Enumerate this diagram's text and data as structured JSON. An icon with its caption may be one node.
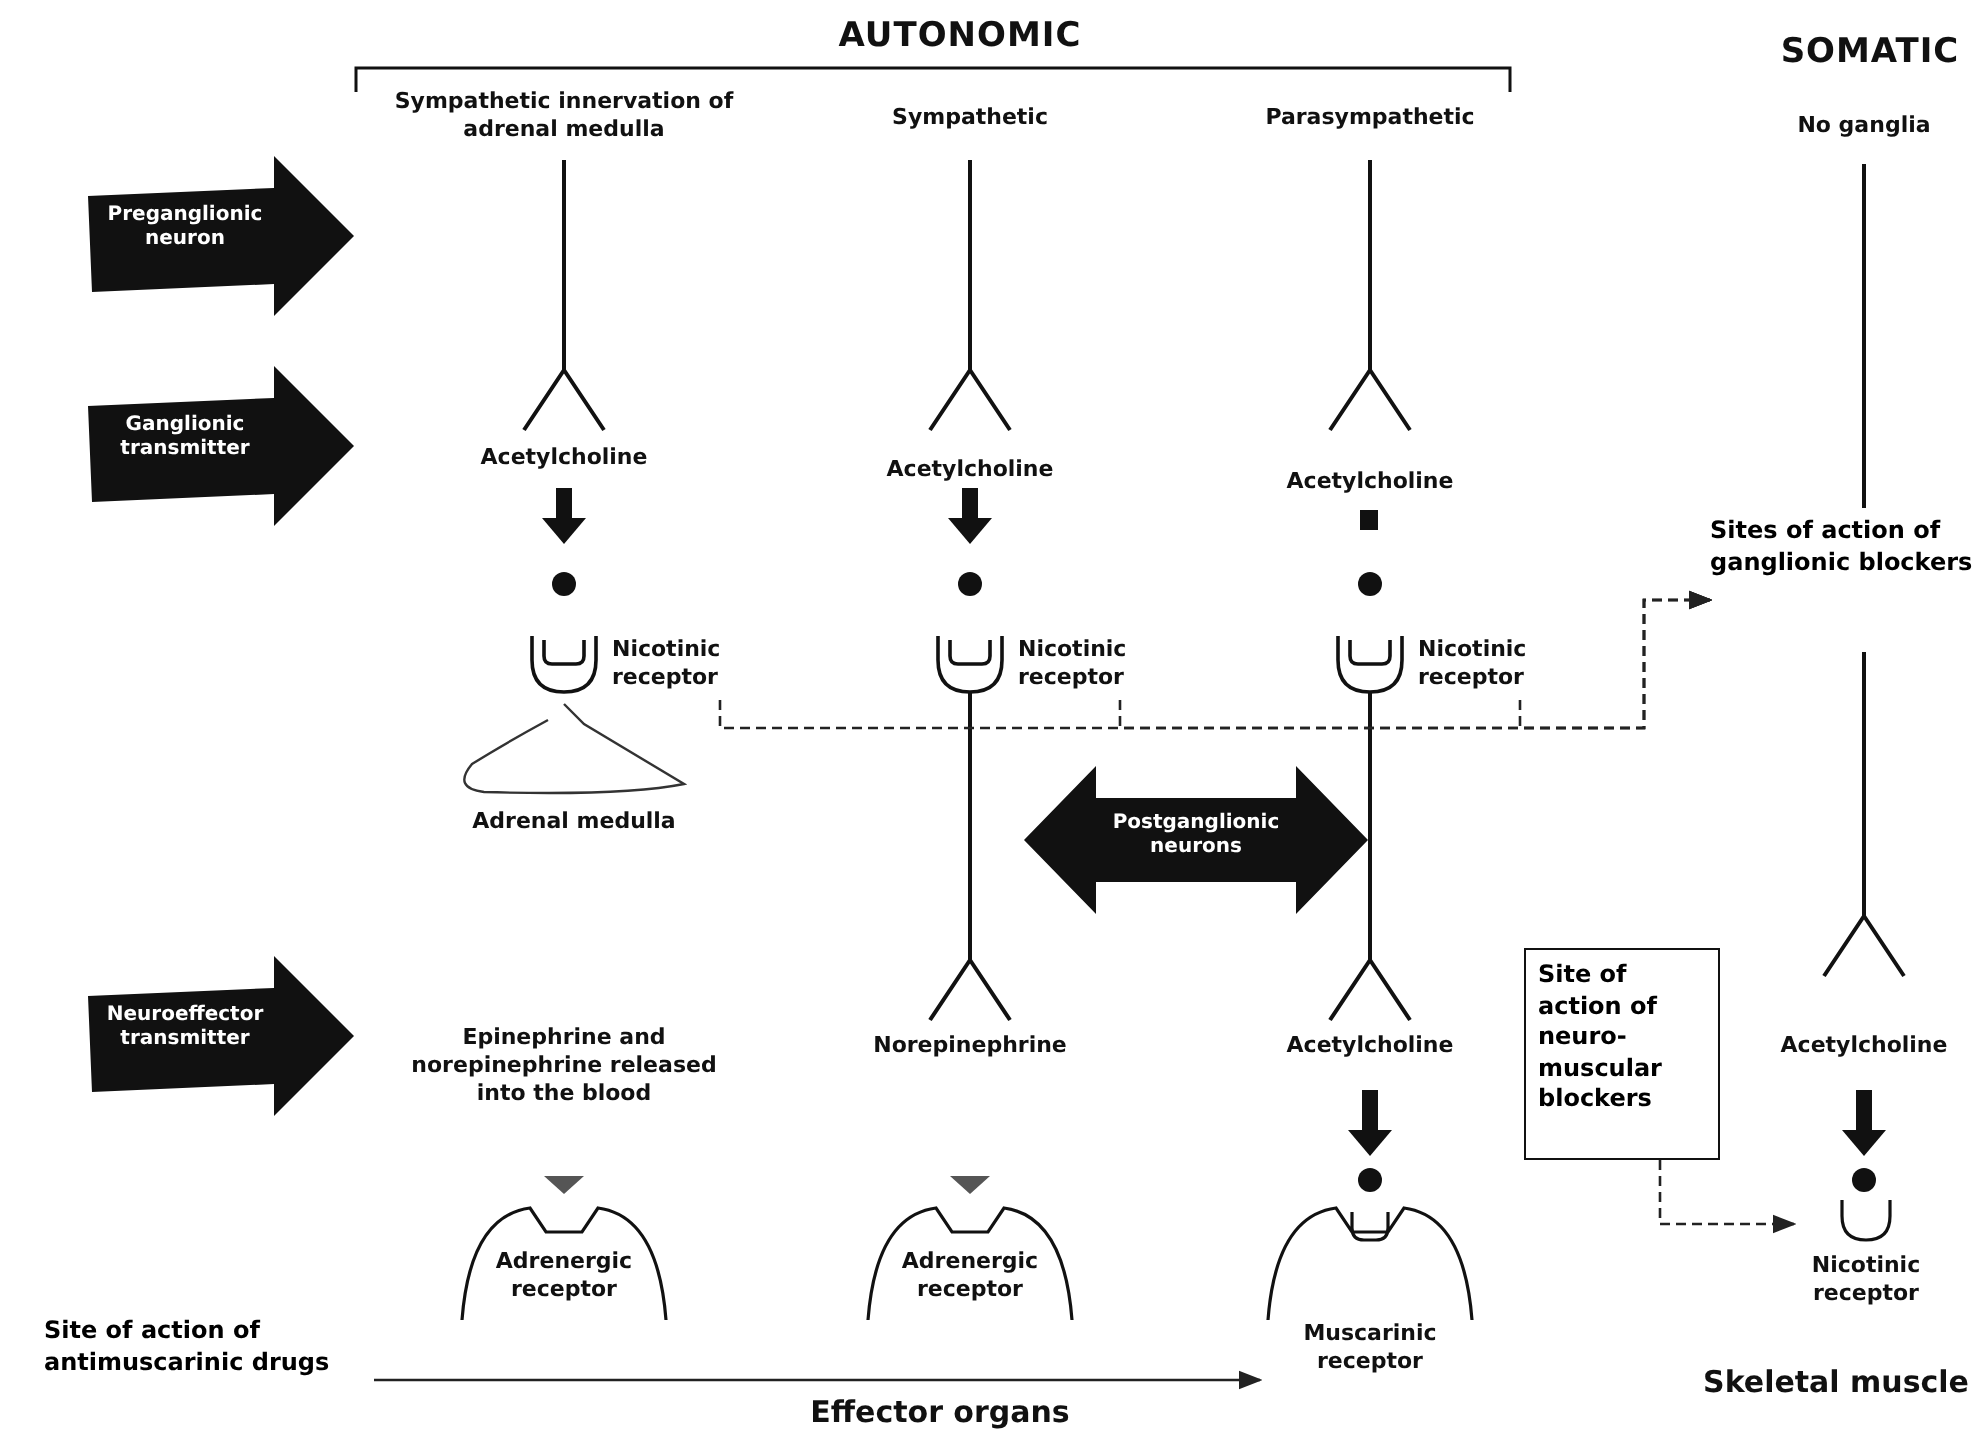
{
  "diagram": {
    "nodes": [
      {
        "text": [
          "Preganglionic neuron"
        ]
      },
      {
        "text": [
          "Ganglionic transmitter"
        ]
      },
      {
        "text": [
          "Sites of action of ganglionic blockers"
        ]
      },
      {
        "text": [
          "Nicotinic receptor"
        ]
      },
      {
        "text": [
          "Nicotinic receptor"
        ]
      },
      {
        "text": [
          "Nicotinic receptor"
        ]
      },
      {
        "text": [
          "Adrenal medulla"
        ]
      },
      {
        "text": [
          "Postganglionic neurons"
        ]
      },
      {
        "text": [
          "Neuroeffector transmitter"
        ]
      },
      {
        "text": [
          "Site of action of neuro-muscular blockers"
        ]
      },
      {
        "text": [
          "Adrenergic receptor"
        ]
      },
      {
        "text": [
          "Adrenergic receptor"
        ]
      },
      {
        "text": [
          "Muscarinic receptor"
        ]
      },
      {
        "text": [
          "Nicotinic receptor"
        ]
      },
      {
        "text": [
          "Site of action of antimuscarinic drugs"
        ]
      }
    ],
    "edges": [
      {
        "from": 3,
        "to": 2,
        "arrow": "to",
        "style": "dashed"
      },
      {
        "from": 4,
        "to": 2,
        "arrow": "to",
        "style": "dashed"
      },
      {
        "from": 5,
        "to": 2,
        "arrow": "to",
        "style": "dashed"
      },
      {
        "from": 9,
        "to": 13,
        "arrow": "to",
        "style": "dashed"
      },
      {
        "from": 14,
        "to": 12,
        "arrow": "to"
      }
    ],
    "labels": [
      "AUTONOMIC",
      "SOMATIC",
      "Sympathetic innervation of adrenal medulla",
      "Sympathetic",
      "Parasympathetic",
      "No ganglia",
      "Acetylcholine",
      "Acetylcholine",
      "Acetylcholine",
      "Epinephrine and norepinephrine released into the blood",
      "Norepinephrine",
      "Acetylcholine",
      "Acetylcholine",
      "Effector organs",
      "Skeletal muscle"
    ]
  }
}
